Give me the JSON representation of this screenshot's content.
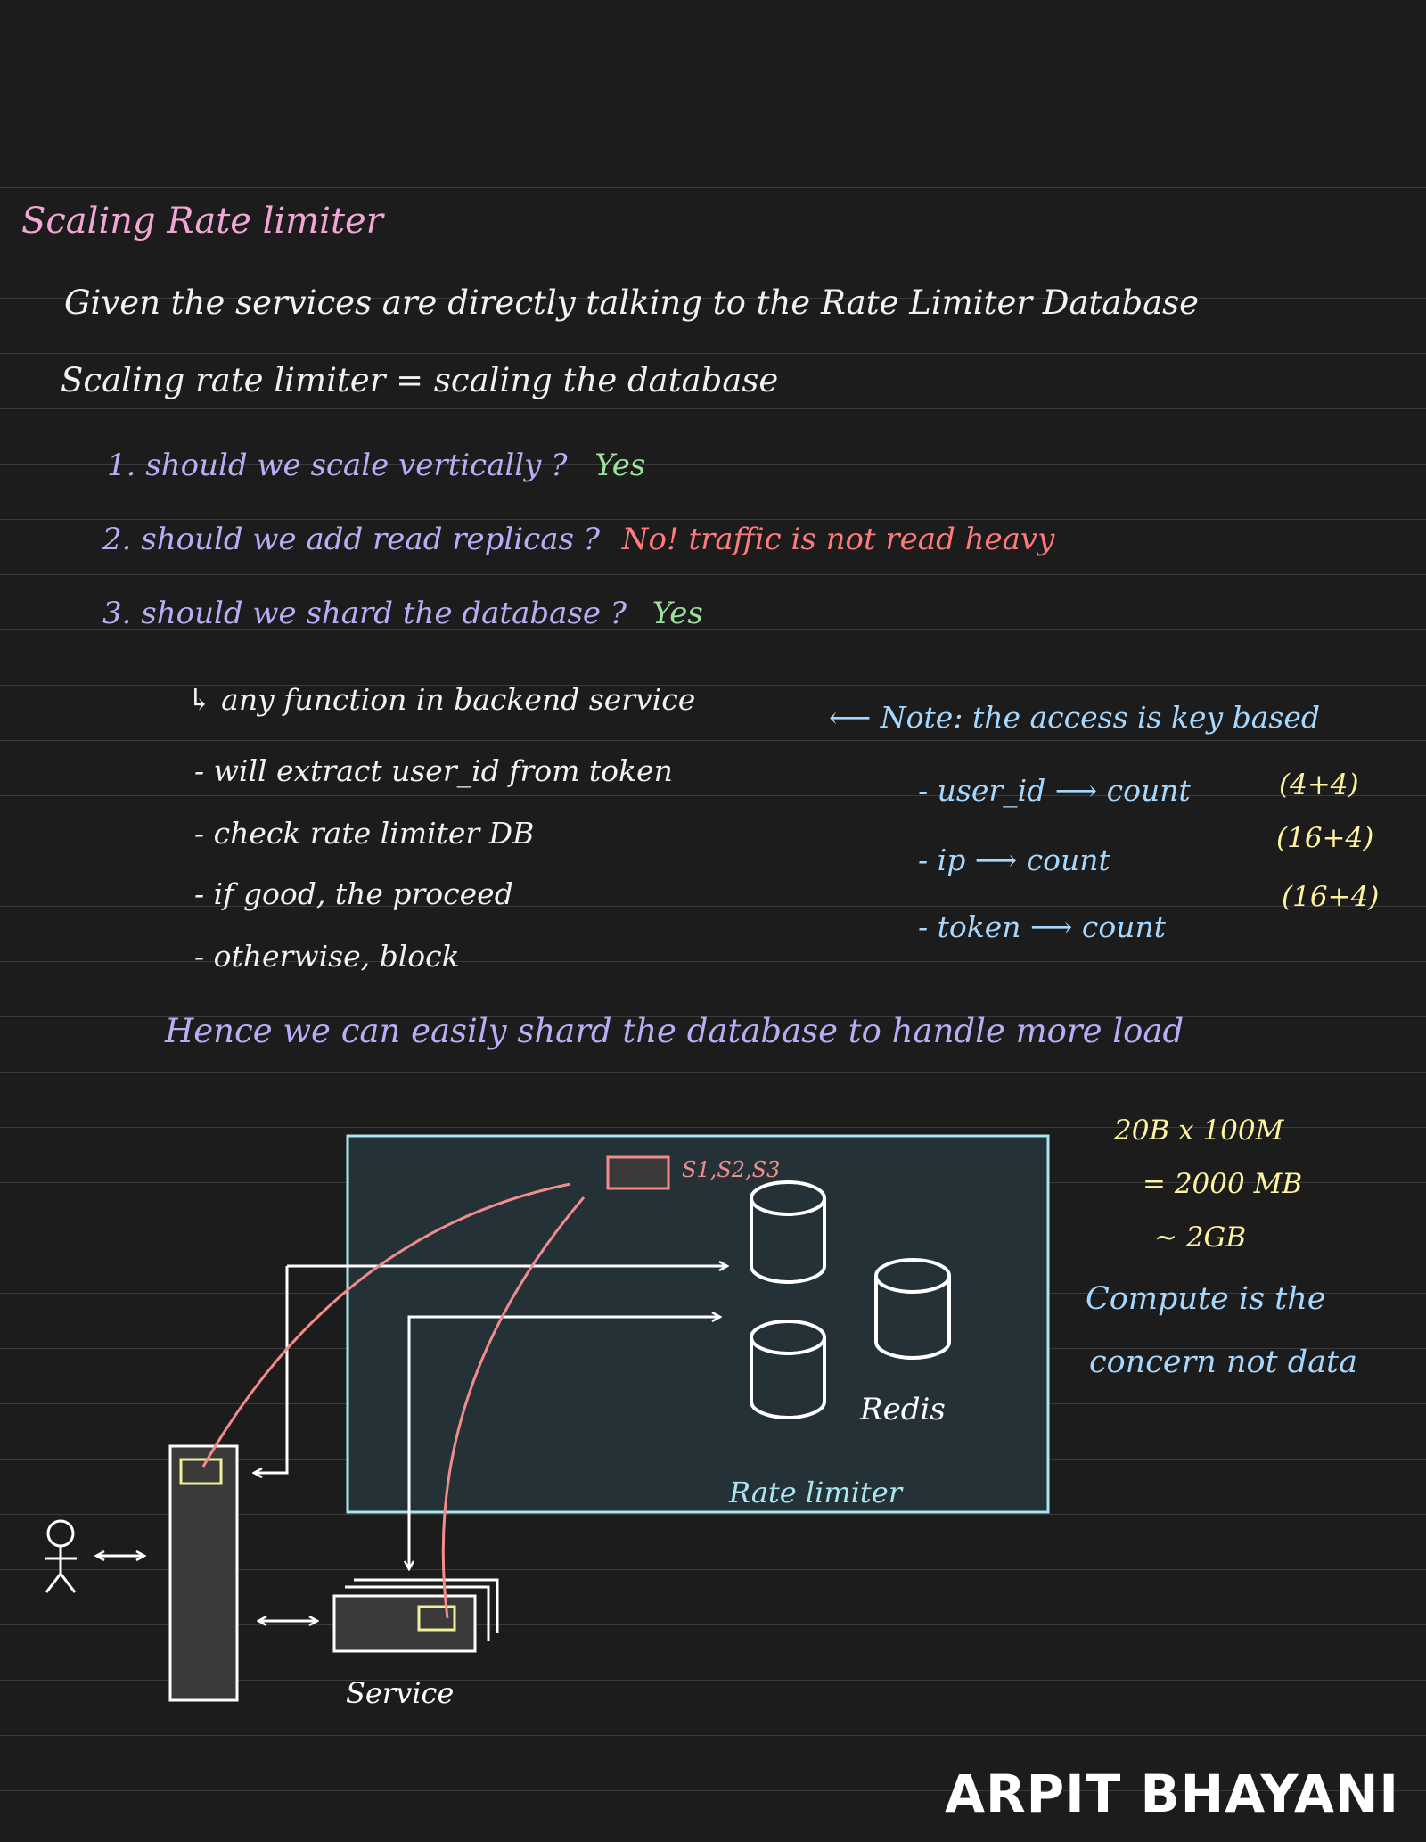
{
  "title": "Scaling Rate limiter",
  "intro": {
    "line1": "Given the services are directly talking to the Rate Limiter Database",
    "line2": "Scaling rate limiter = scaling the database"
  },
  "questions": [
    {
      "q": "1. should we scale vertically ?",
      "a": "Yes"
    },
    {
      "q": "2. should we add read replicas ?",
      "a": "No! traffic is not read heavy"
    },
    {
      "q": "3. should we shard the database ?",
      "a": "Yes"
    }
  ],
  "steps": [
    "↳ any function in backend service",
    "-  will extract user_id from token",
    "-  check rate limiter DB",
    "-  if good, the proceed",
    "-  otherwise, block"
  ],
  "note": {
    "heading": "⟵  Note: the access is key based",
    "keys": [
      {
        "label": "-  user_id ⟶ count",
        "size": "(4+4)"
      },
      {
        "label": "-  ip ⟶ count",
        "size": "(16+4)"
      },
      {
        "label": "-  token ⟶ count",
        "size": "(16+4)"
      }
    ]
  },
  "conclusion": "Hence we can easily shard the database to handle more load",
  "estimate": {
    "line1": "20B x 100M",
    "line2": "= 2000 MB",
    "line3": "~ 2GB",
    "comment1": "Compute is the",
    "comment2": "concern not data"
  },
  "diagram": {
    "shards_label": "S1,S2,S3",
    "redis_label": "Redis",
    "rate_limiter_label": "Rate limiter",
    "service_label": "Service",
    "colors": {
      "box_border": "#a8e6f0",
      "box_fill": "#243238",
      "stroke": "#ffffff",
      "curve": "#f28b8b",
      "highlight": "#f0f09a",
      "dark_fill": "#3a3a3a"
    }
  },
  "brand": "ARPIT BHAYANI"
}
